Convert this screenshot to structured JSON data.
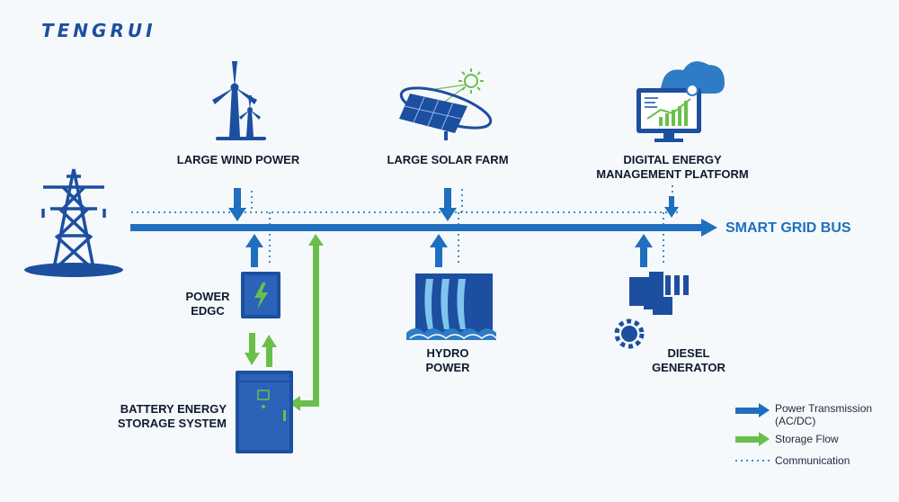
{
  "brand": {
    "logo_text": "TENGRUI"
  },
  "nodes": {
    "wind": "LARGE WIND POWER",
    "solar": "LARGE SOLAR FARM",
    "platform_line1": "DIGITAL ENERGY",
    "platform_line2": "MANAGEMENT PLATFORM",
    "edgc_line1": "POWER",
    "edgc_line2": "EDGC",
    "bess_line1": "BATTERY ENERGY",
    "bess_line2": "STORAGE SYSTEM",
    "hydro_line1": "HYDRO",
    "hydro_line2": "POWER",
    "diesel_line1": "DIESEL",
    "diesel_line2": "GENERATOR"
  },
  "bus": {
    "label": "SMART GRID BUS"
  },
  "legend": {
    "power_line1": "Power Transmission",
    "power_line2": "(AC/DC)",
    "storage": "Storage Flow",
    "communication": "Communication"
  },
  "colors": {
    "navy": "#1d4fa0",
    "blue": "#1f6fbf",
    "green": "#6abf4b",
    "dotted": "#3a8fc7"
  },
  "icons": [
    "transmission-tower-icon",
    "wind-turbine-icon",
    "solar-panel-icon",
    "sun-icon",
    "monitor-cloud-icon",
    "battery-cabinet-icon",
    "power-edgc-icon",
    "hydro-dam-icon",
    "diesel-generator-icon"
  ]
}
